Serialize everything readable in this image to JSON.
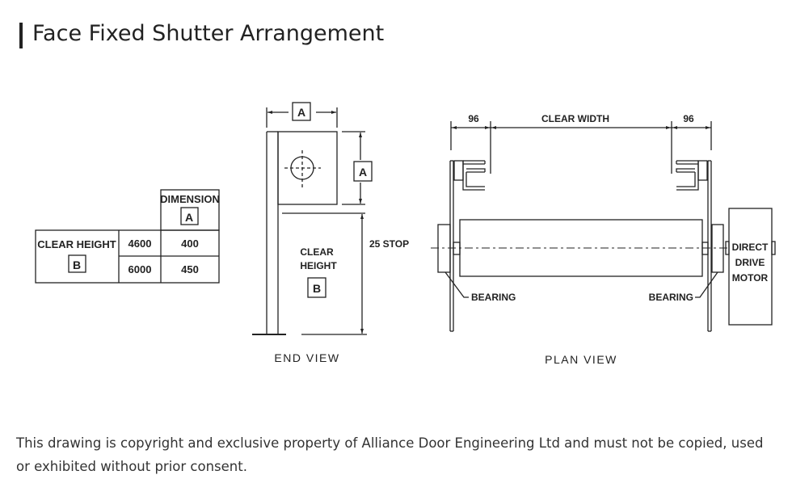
{
  "header": {
    "title": "Face Fixed Shutter Arrangement"
  },
  "dimension_table": {
    "header_label": "DIMENSION",
    "header_key": "A",
    "row_label": "CLEAR HEIGHT",
    "row_key": "B",
    "rows": [
      {
        "clear_height": "4600",
        "dimension": "400"
      },
      {
        "clear_height": "6000",
        "dimension": "450"
      }
    ]
  },
  "end_view": {
    "caption": "END VIEW",
    "dim_width_key": "A",
    "dim_height_key": "A",
    "clear_height_line1": "CLEAR",
    "clear_height_line2": "HEIGHT",
    "clear_height_key": "B",
    "stop_label": "25 STOP"
  },
  "plan_view": {
    "caption": "PLAN VIEW",
    "left_offset": "96",
    "right_offset": "96",
    "clear_width_label": "CLEAR WIDTH",
    "bearing_left": "BEARING",
    "bearing_right": "BEARING",
    "motor_line1": "DIRECT",
    "motor_line2": "DRIVE",
    "motor_line3": "MOTOR"
  },
  "footer": {
    "copyright": "This drawing is copyright and exclusive property of Alliance Door Engineering Ltd and must not be copied, used or exhibited without prior consent."
  }
}
